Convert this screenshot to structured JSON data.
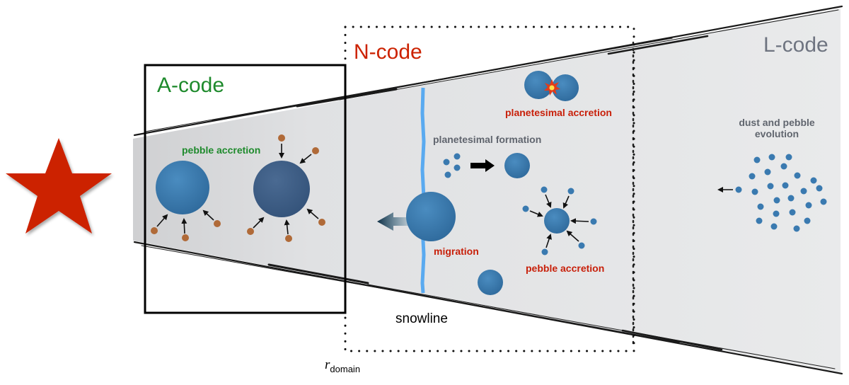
{
  "labels": {
    "a_code": "A-code",
    "n_code": "N-code",
    "l_code": "L-code",
    "pebble_accretion_a": "pebble accretion",
    "planetesimal_accretion": "planetesimal accretion",
    "planetesimal_formation": "planetesimal formation",
    "migration": "migration",
    "pebble_accretion_n": "pebble accretion",
    "dust_pebble_line1": "dust and pebble",
    "dust_pebble_line2": "evolution",
    "snowline": "snowline",
    "r_domain_main": "r",
    "r_domain_sub": "domain"
  },
  "colors": {
    "star": "#cc2200",
    "a_code": "#1e8a2c",
    "n_code": "#cc2200",
    "l_code": "#6e7480",
    "process_red": "#c8200a",
    "process_gray": "#60656e",
    "disk": "#e2e3e5",
    "planet_blue": "#3a7ab0",
    "planet_dark": "#3d5f86",
    "pebble_brown": "#b06a38",
    "snowline": "#5aaaf0"
  },
  "icons": {
    "star": "star-icon",
    "collision": "collision-spark-icon"
  }
}
